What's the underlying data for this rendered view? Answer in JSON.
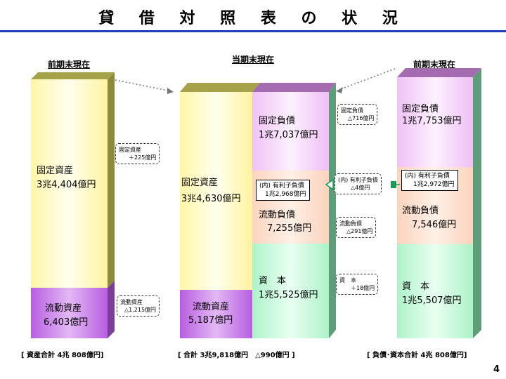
{
  "title": "貸 借 対 照 表 の 状 況",
  "headers": {
    "left": "前期末現在",
    "center": "当期末現在",
    "right": "前期末現在"
  },
  "left_column": {
    "fixed_assets_label": "固定資産",
    "fixed_assets_value": "3兆4,404億円",
    "current_assets_label": "流動資産",
    "current_assets_value": "6,403億円",
    "total": "[ 資産合計 4兆 808億円]"
  },
  "center_column": {
    "fixed_assets_label": "固定資産",
    "fixed_assets_value": "3兆4,630億円",
    "current_assets_label": "流動資産",
    "current_assets_value": "5,187億円",
    "fixed_liab_label": "固定負債",
    "fixed_liab_value": "1兆7,037億円",
    "interest_debt_label": "(内) 有利子負債",
    "interest_debt_value": "1兆2,968億円",
    "current_liab_label": "流動負債",
    "current_liab_value": "7,255億円",
    "capital_label": "資　本",
    "capital_value": "1兆5,525億円",
    "total": "[ 合計 3兆9,818億円　△990億円 ]"
  },
  "right_column": {
    "fixed_liab_label": "固定負債",
    "fixed_liab_value": "1兆7,753億円",
    "interest_debt_label": "(内) 有利子負債",
    "interest_debt_value": "1兆2,972億円",
    "current_liab_label": "流動負債",
    "current_liab_value": "7,546億円",
    "capital_label": "資　本",
    "capital_value": "1兆5,507億円",
    "total": "[ 負債･資本合計 4兆 808億円]"
  },
  "change_notes": {
    "fixed_assets": {
      "label": "固定資産",
      "value": "＋225億円"
    },
    "current_assets": {
      "label": "流動資産",
      "value": "△1,215億円"
    },
    "fixed_liab": {
      "label": "固定負債",
      "value": "△716億円"
    },
    "interest_debt": {
      "label": "(内) 有利子負債",
      "value": "△4億円"
    },
    "current_liab": {
      "label": "流動負債",
      "value": "△291億円"
    },
    "capital": {
      "label": "資　本",
      "value": "＋18億円"
    }
  },
  "page_number": "4",
  "colors": {
    "title_rule": "#1f3fbf",
    "fixed_assets": "#fffbb0",
    "current_assets": "#c46ae6",
    "fixed_liab": "#f3caf8",
    "current_liab": "#fcdcc8",
    "capital": "#b9f7d3",
    "arrow_green": "#1a9a55"
  }
}
